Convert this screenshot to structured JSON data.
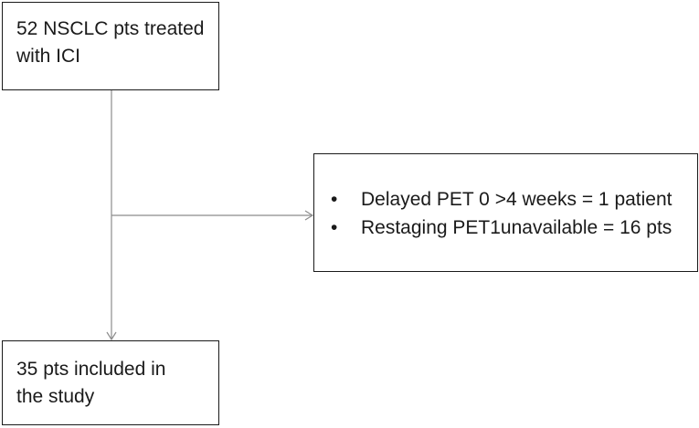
{
  "diagram": {
    "top_box": {
      "line1": "52 NSCLC pts treated",
      "line2": "with ICI"
    },
    "exclusion_box": {
      "bullet_symbol": "•",
      "items": [
        "Delayed PET 0 >4 weeks = 1 patient",
        "Restaging PET1unavailable = 16 pts"
      ]
    },
    "bottom_box": {
      "line1": "35 pts included in",
      "line2": "the study"
    },
    "colors": {
      "box_border": "#1a1a1a",
      "connector": "#8c8c8c",
      "text": "#1a1a1a"
    }
  }
}
